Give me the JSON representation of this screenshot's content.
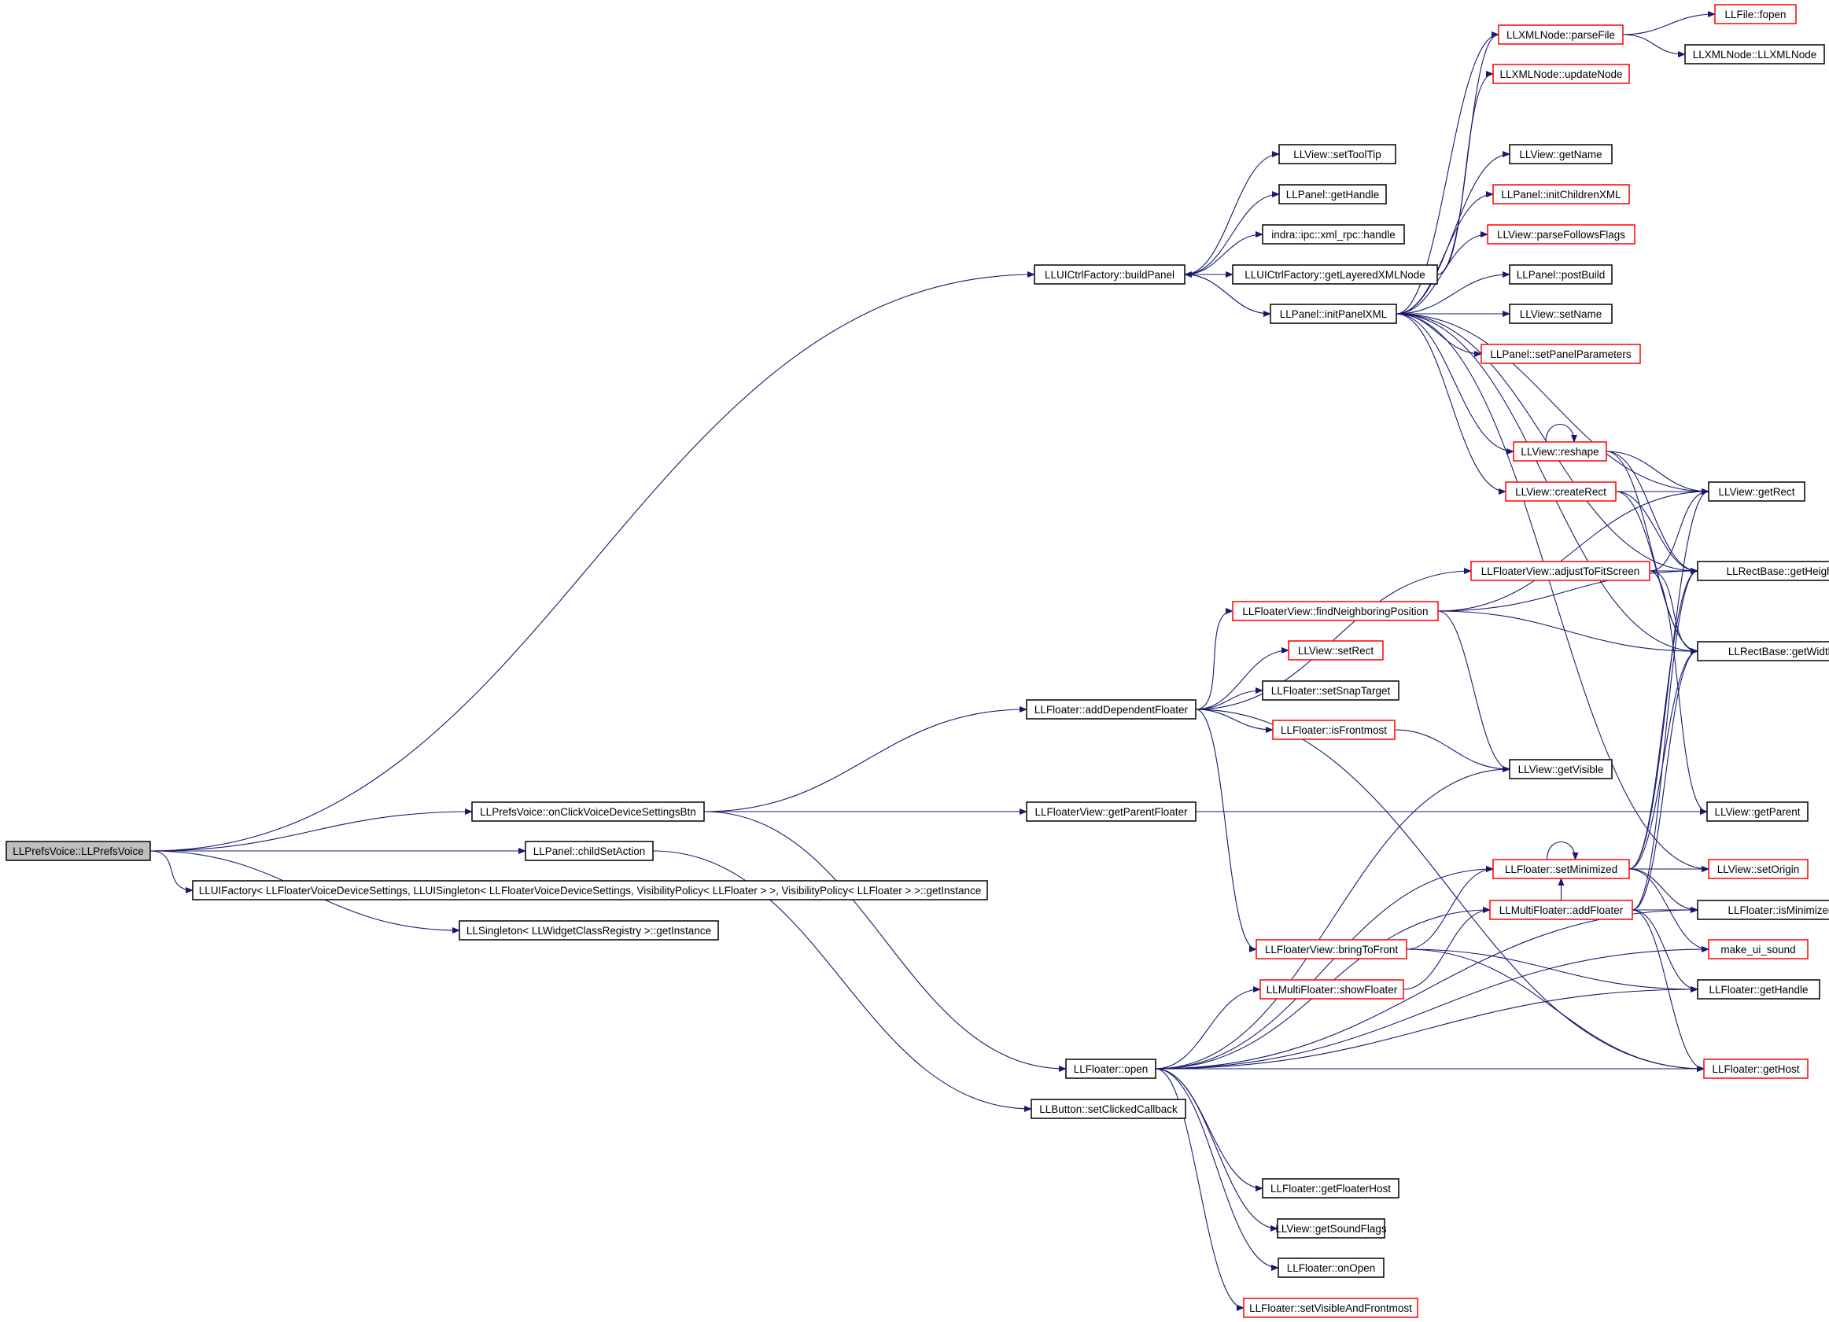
{
  "colors": {
    "edge": "#191970",
    "box_black": "#000000",
    "box_red": "#ff0000",
    "root_fill": "#bfbfbf",
    "background": "#ffffff"
  },
  "nodes": [
    {
      "id": "root",
      "label": "LLPrefsVoice::LLPrefsVoice",
      "style": "root"
    },
    {
      "id": "onclick",
      "label": "LLPrefsVoice::onClickVoiceDeviceSettingsBtn",
      "style": "black"
    },
    {
      "id": "childset",
      "label": "LLPanel::childSetAction",
      "style": "black"
    },
    {
      "id": "uifactory",
      "label": "LLUIFactory< LLFloaterVoiceDeviceSettings, LLUISingleton< LLFloaterVoiceDeviceSettings, VisibilityPolicy< LLFloater > >, VisibilityPolicy< LLFloater > >::getInstance",
      "style": "black"
    },
    {
      "id": "singleton",
      "label": "LLSingleton< LLWidgetClassRegistry >::getInstance",
      "style": "black"
    },
    {
      "id": "buildpanel",
      "label": "LLUICtrlFactory::buildPanel",
      "style": "black"
    },
    {
      "id": "settooltip",
      "label": "LLView::setToolTip",
      "style": "black"
    },
    {
      "id": "panelgethandle",
      "label": "LLPanel::getHandle",
      "style": "black"
    },
    {
      "id": "xmlrpc",
      "label": "indra::ipc::xml_rpc::handle",
      "style": "black"
    },
    {
      "id": "getlayered",
      "label": "LLUICtrlFactory::getLayeredXMLNode",
      "style": "black"
    },
    {
      "id": "initpanel",
      "label": "LLPanel::initPanelXML",
      "style": "black"
    },
    {
      "id": "parsefile",
      "label": "LLXMLNode::parseFile",
      "style": "red"
    },
    {
      "id": "fopen",
      "label": "LLFile::fopen",
      "style": "red"
    },
    {
      "id": "llxmlnode",
      "label": "LLXMLNode::LLXMLNode",
      "style": "black"
    },
    {
      "id": "updatenode",
      "label": "LLXMLNode::updateNode",
      "style": "red"
    },
    {
      "id": "getname",
      "label": "LLView::getName",
      "style": "black"
    },
    {
      "id": "initchildren",
      "label": "LLPanel::initChildrenXML",
      "style": "red"
    },
    {
      "id": "parsefollows",
      "label": "LLView::parseFollowsFlags",
      "style": "red"
    },
    {
      "id": "postbuild",
      "label": "LLPanel::postBuild",
      "style": "black"
    },
    {
      "id": "setname",
      "label": "LLView::setName",
      "style": "black"
    },
    {
      "id": "setpanelparams",
      "label": "LLPanel::setPanelParameters",
      "style": "red"
    },
    {
      "id": "reshape",
      "label": "LLView::reshape",
      "style": "red"
    },
    {
      "id": "createrect",
      "label": "LLView::createRect",
      "style": "red"
    },
    {
      "id": "getrect",
      "label": "LLView::getRect",
      "style": "black"
    },
    {
      "id": "adjustfit",
      "label": "LLFloaterView::adjustToFitScreen",
      "style": "red"
    },
    {
      "id": "getheight",
      "label": "LLRectBase::getHeight",
      "style": "black"
    },
    {
      "id": "findneighbor",
      "label": "LLFloaterView::findNeighboringPosition",
      "style": "red"
    },
    {
      "id": "getwidth",
      "label": "LLRectBase::getWidth",
      "style": "black"
    },
    {
      "id": "setrect",
      "label": "LLView::setRect",
      "style": "red"
    },
    {
      "id": "adddependent",
      "label": "LLFloater::addDependentFloater",
      "style": "black"
    },
    {
      "id": "setsnap",
      "label": "LLFloater::setSnapTarget",
      "style": "black"
    },
    {
      "id": "isfrontmost",
      "label": "LLFloater::isFrontmost",
      "style": "red"
    },
    {
      "id": "getvisible",
      "label": "LLView::getVisible",
      "style": "black"
    },
    {
      "id": "getparentfloater",
      "label": "LLFloaterView::getParentFloater",
      "style": "black"
    },
    {
      "id": "getparent",
      "label": "LLView::getParent",
      "style": "black"
    },
    {
      "id": "setminimized",
      "label": "LLFloater::setMinimized",
      "style": "red"
    },
    {
      "id": "setorigin",
      "label": "LLView::setOrigin",
      "style": "red"
    },
    {
      "id": "addfloater",
      "label": "LLMultiFloater::addFloater",
      "style": "red"
    },
    {
      "id": "isminimized",
      "label": "LLFloater::isMinimized",
      "style": "black"
    },
    {
      "id": "bringtofront",
      "label": "LLFloaterView::bringToFront",
      "style": "red"
    },
    {
      "id": "makeuisound",
      "label": "make_ui_sound",
      "style": "red"
    },
    {
      "id": "showfloater",
      "label": "LLMultiFloater::showFloater",
      "style": "red"
    },
    {
      "id": "floatergethandle",
      "label": "LLFloater::getHandle",
      "style": "black"
    },
    {
      "id": "open",
      "label": "LLFloater::open",
      "style": "black"
    },
    {
      "id": "gethost",
      "label": "LLFloater::getHost",
      "style": "red"
    },
    {
      "id": "setclicked",
      "label": "LLButton::setClickedCallback",
      "style": "black"
    },
    {
      "id": "getfloaterhost",
      "label": "LLFloater::getFloaterHost",
      "style": "black"
    },
    {
      "id": "getsoundflags",
      "label": "LLView::getSoundFlags",
      "style": "black"
    },
    {
      "id": "onopen",
      "label": "LLFloater::onOpen",
      "style": "black"
    },
    {
      "id": "setvisiblefront",
      "label": "LLFloater::setVisibleAndFrontmost",
      "style": "red"
    }
  ],
  "edges": [
    [
      "root",
      "buildpanel"
    ],
    [
      "root",
      "onclick"
    ],
    [
      "root",
      "childset"
    ],
    [
      "root",
      "uifactory"
    ],
    [
      "root",
      "singleton"
    ],
    [
      "buildpanel",
      "settooltip"
    ],
    [
      "buildpanel",
      "panelgethandle"
    ],
    [
      "buildpanel",
      "xmlrpc"
    ],
    [
      "buildpanel",
      "getlayered"
    ],
    [
      "buildpanel",
      "initpanel"
    ],
    [
      "getlayered",
      "parsefile"
    ],
    [
      "getlayered",
      "updatenode"
    ],
    [
      "parsefile",
      "fopen"
    ],
    [
      "parsefile",
      "llxmlnode"
    ],
    [
      "initpanel",
      "buildpanel"
    ],
    [
      "initpanel",
      "parsefile"
    ],
    [
      "initpanel",
      "getname"
    ],
    [
      "initpanel",
      "initchildren"
    ],
    [
      "initpanel",
      "parsefollows"
    ],
    [
      "initpanel",
      "postbuild"
    ],
    [
      "initpanel",
      "setname"
    ],
    [
      "initpanel",
      "setpanelparams"
    ],
    [
      "initpanel",
      "reshape"
    ],
    [
      "initpanel",
      "createrect"
    ],
    [
      "initpanel",
      "getrect"
    ],
    [
      "initpanel",
      "getheight"
    ],
    [
      "initpanel",
      "getwidth"
    ],
    [
      "initpanel",
      "setorigin"
    ],
    [
      "reshape",
      "reshape"
    ],
    [
      "reshape",
      "getrect"
    ],
    [
      "reshape",
      "getheight"
    ],
    [
      "reshape",
      "getwidth"
    ],
    [
      "createrect",
      "getrect"
    ],
    [
      "createrect",
      "getheight"
    ],
    [
      "createrect",
      "getwidth"
    ],
    [
      "adjustfit",
      "getrect"
    ],
    [
      "adjustfit",
      "getheight"
    ],
    [
      "adjustfit",
      "getwidth"
    ],
    [
      "adjustfit",
      "getparent"
    ],
    [
      "findneighbor",
      "getrect"
    ],
    [
      "findneighbor",
      "getheight"
    ],
    [
      "findneighbor",
      "getwidth"
    ],
    [
      "findneighbor",
      "getvisible"
    ],
    [
      "onclick",
      "adddependent"
    ],
    [
      "onclick",
      "getparentfloater"
    ],
    [
      "onclick",
      "open"
    ],
    [
      "adddependent",
      "adjustfit"
    ],
    [
      "adddependent",
      "findneighbor"
    ],
    [
      "adddependent",
      "setrect"
    ],
    [
      "adddependent",
      "setsnap"
    ],
    [
      "adddependent",
      "isfrontmost"
    ],
    [
      "adddependent",
      "bringtofront"
    ],
    [
      "adddependent",
      "gethost"
    ],
    [
      "isfrontmost",
      "getvisible"
    ],
    [
      "getparentfloater",
      "getparent"
    ],
    [
      "childset",
      "setclicked"
    ],
    [
      "setminimized",
      "setminimized"
    ],
    [
      "setminimized",
      "getrect"
    ],
    [
      "setminimized",
      "getheight"
    ],
    [
      "setminimized",
      "getwidth"
    ],
    [
      "setminimized",
      "setorigin"
    ],
    [
      "setminimized",
      "isminimized"
    ],
    [
      "setminimized",
      "makeuisound"
    ],
    [
      "addfloater",
      "getheight"
    ],
    [
      "addfloater",
      "getwidth"
    ],
    [
      "addfloater",
      "setminimized"
    ],
    [
      "addfloater",
      "isminimized"
    ],
    [
      "addfloater",
      "floatergethandle"
    ],
    [
      "addfloater",
      "gethost"
    ],
    [
      "bringtofront",
      "setminimized"
    ],
    [
      "bringtofront",
      "floatergethandle"
    ],
    [
      "bringtofront",
      "gethost"
    ],
    [
      "showfloater",
      "addfloater"
    ],
    [
      "open",
      "getvisible"
    ],
    [
      "open",
      "setminimized"
    ],
    [
      "open",
      "addfloater"
    ],
    [
      "open",
      "showfloater"
    ],
    [
      "open",
      "isminimized"
    ],
    [
      "open",
      "floatergethandle"
    ],
    [
      "open",
      "gethost"
    ],
    [
      "open",
      "makeuisound"
    ],
    [
      "open",
      "getfloaterhost"
    ],
    [
      "open",
      "getsoundflags"
    ],
    [
      "open",
      "onopen"
    ],
    [
      "open",
      "setvisiblefront"
    ]
  ]
}
